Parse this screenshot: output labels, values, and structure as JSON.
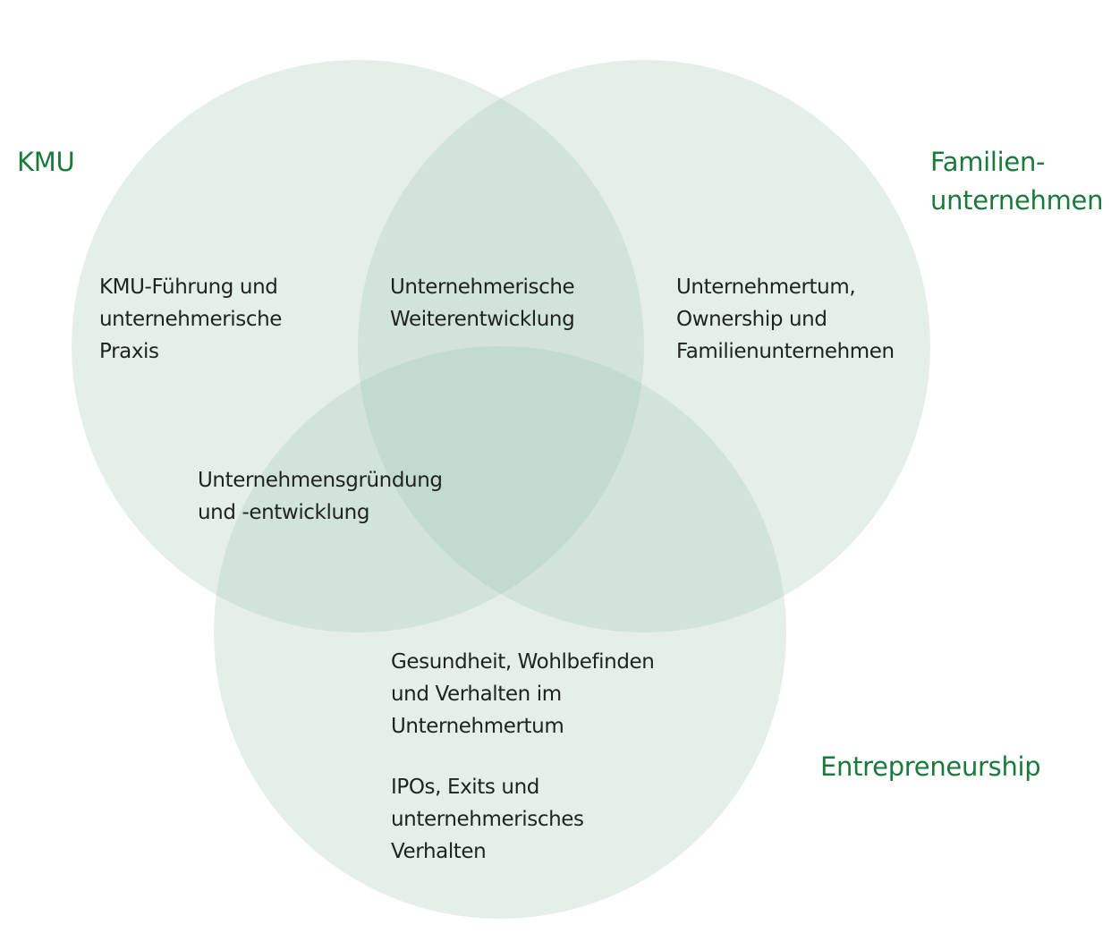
{
  "diagram": {
    "type": "venn-3",
    "colors": {
      "circle_fill": "#9cc3ad",
      "background": "#ffffff",
      "set_label": "#1a7a3c",
      "region_text": "#1e2320"
    },
    "sets": [
      {
        "id": "kmu",
        "label": "KMU"
      },
      {
        "id": "familien",
        "label": "Familien-\nunternehmen"
      },
      {
        "id": "entrepreneurship",
        "label": "Entrepreneurship"
      }
    ],
    "regions": {
      "kmu_only": "KMU-Führung und\nunternehmerische\nPraxis",
      "kmu_familien": "Unternehmerische\nWeiterentwicklung",
      "familien_only": "Unternehmertum,\nOwnership und\nFamilienunternehmen",
      "kmu_entrepreneurship": "Unternehmensgründung\nund -entwicklung",
      "entrepreneurship_only_1": "Gesundheit, Wohlbefinden\nund Verhalten im\nUnternehmertum",
      "entrepreneurship_only_2": "IPOs, Exits und\nunternehmerisches\nVerhalten"
    }
  }
}
